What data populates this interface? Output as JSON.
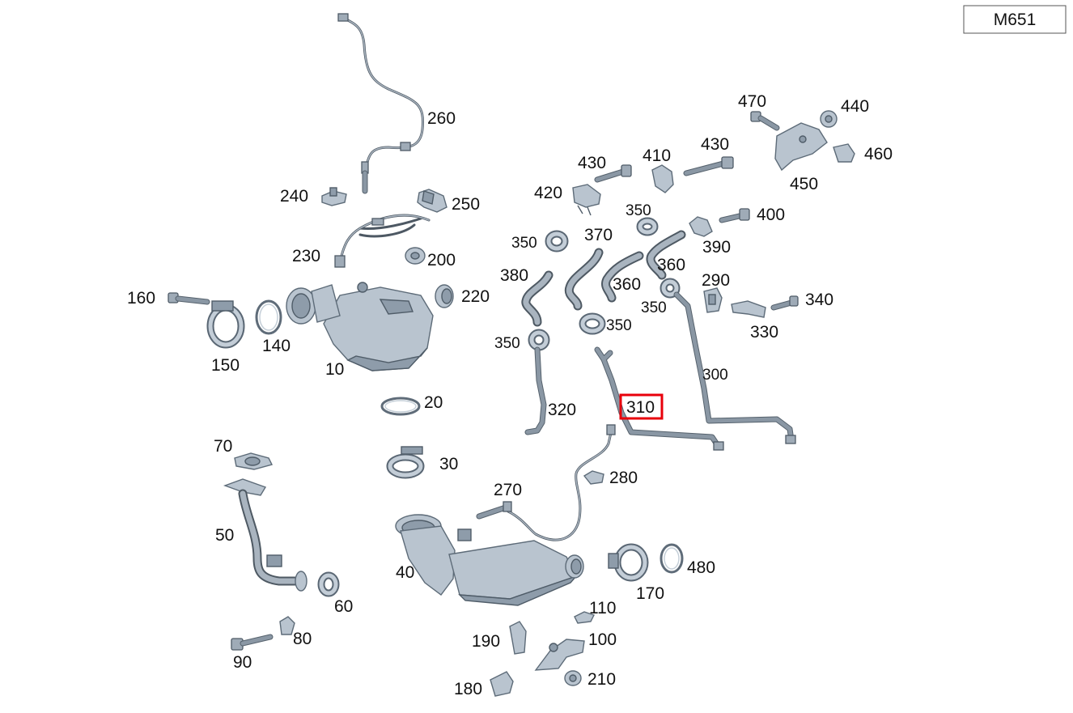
{
  "engine_code": "M651",
  "highlighted_part": "310",
  "labels": {
    "p10": "10",
    "p20": "20",
    "p30": "30",
    "p40": "40",
    "p50": "50",
    "p60": "60",
    "p70": "70",
    "p80": "80",
    "p90": "90",
    "p100": "100",
    "p110": "110",
    "p140": "140",
    "p150": "150",
    "p160": "160",
    "p170": "170",
    "p180": "180",
    "p190": "190",
    "p200": "200",
    "p210": "210",
    "p220": "220",
    "p230": "230",
    "p240": "240",
    "p250": "250",
    "p260": "260",
    "p270": "270",
    "p280": "280",
    "p290": "290",
    "p300": "300",
    "p310": "310",
    "p320": "320",
    "p330": "330",
    "p340": "340",
    "p350_a": "350",
    "p350_b": "350",
    "p350_c": "350",
    "p350_d": "350",
    "p350_e": "350",
    "p360_a": "360",
    "p360_b": "360",
    "p370": "370",
    "p380": "380",
    "p390": "390",
    "p400": "400",
    "p410": "410",
    "p420": "420",
    "p430_a": "430",
    "p430_b": "430",
    "p440": "440",
    "p450": "450",
    "p460": "460",
    "p470": "470",
    "p480": "480"
  },
  "colors": {
    "part_fill": "#b9c4cf",
    "part_stroke": "#5d6b78",
    "highlight": "#e8000b"
  }
}
